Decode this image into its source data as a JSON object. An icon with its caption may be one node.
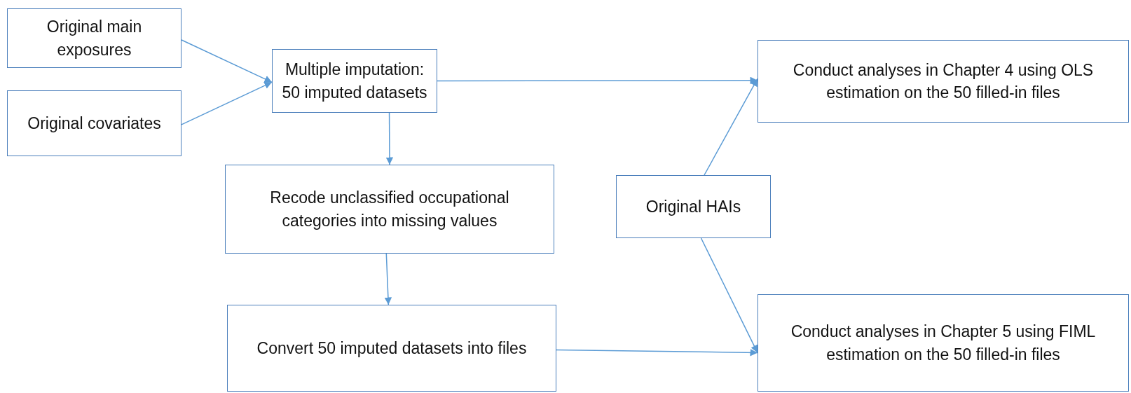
{
  "diagram": {
    "nodes": [
      {
        "text": [
          "Original main exposures"
        ]
      },
      {
        "text": [
          "Original covariates"
        ]
      },
      {
        "text": [
          "Multiple imputation: 50 imputed datasets"
        ]
      },
      {
        "text": [
          "Recode unclassified occupational categories into missing values"
        ]
      },
      {
        "text": [
          "Convert 50 imputed datasets into files"
        ]
      },
      {
        "text": [
          "Original HAIs"
        ]
      },
      {
        "text": [
          "Conduct analyses in Chapter 4 using OLS estimation on the 50 filled-in files"
        ]
      },
      {
        "text": [
          "Conduct analyses in Chapter 5 using FIML estimation on the 50 filled-in files"
        ]
      }
    ],
    "edges": [
      {
        "from": 0,
        "to": 2,
        "arrow": "to"
      },
      {
        "from": 1,
        "to": 2,
        "arrow": "to"
      },
      {
        "from": 2,
        "to": 6,
        "arrow": "to"
      },
      {
        "from": 2,
        "to": 3,
        "arrow": "to"
      },
      {
        "from": 3,
        "to": 4,
        "arrow": "to"
      },
      {
        "from": 4,
        "to": 7,
        "arrow": "to"
      },
      {
        "from": 5,
        "to": 6,
        "arrow": "to"
      },
      {
        "from": 5,
        "to": 7,
        "arrow": "to"
      }
    ]
  }
}
